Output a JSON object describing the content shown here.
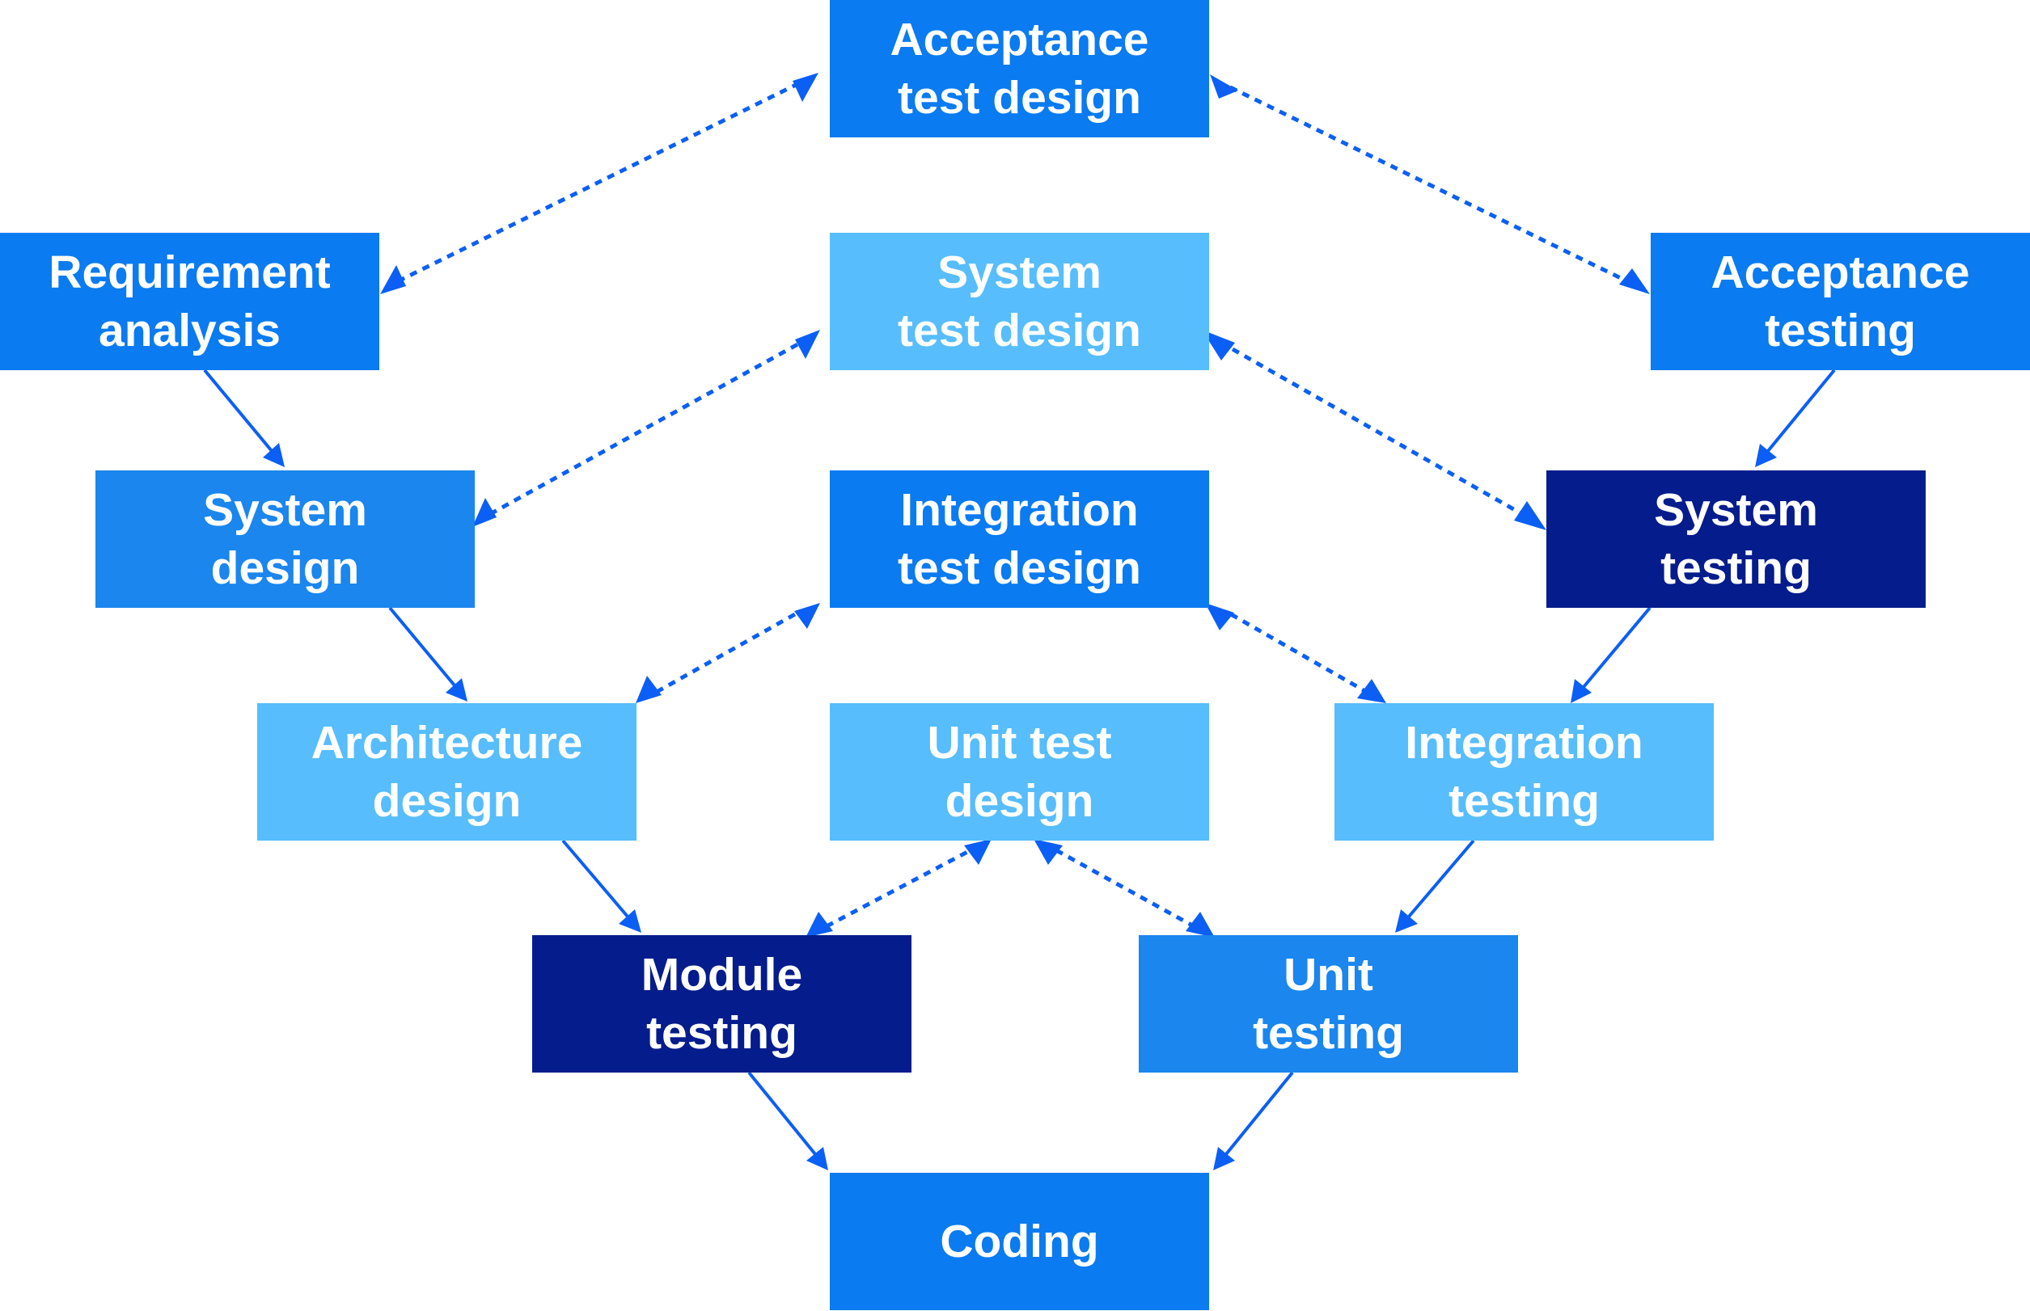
{
  "colors": {
    "primary": "#0a7bf0",
    "light": "#57bdfc",
    "medium": "#1a86ee",
    "dark": "#051c8c",
    "arrow": "#0b5ff4"
  },
  "nodes": {
    "acceptance_test_design": {
      "label": "Acceptance\ntest design",
      "color": "#0a7bf0"
    },
    "requirement_analysis": {
      "label": "Requirement\nanalysis",
      "color": "#0a7bf0"
    },
    "system_test_design": {
      "label": "System\ntest design",
      "color": "#57bdfc"
    },
    "acceptance_testing": {
      "label": "Acceptance\ntesting",
      "color": "#0a7bf0"
    },
    "system_design": {
      "label": "System\ndesign",
      "color": "#1a86ee"
    },
    "integration_test_design": {
      "label": "Integration\ntest design",
      "color": "#0a7bf0"
    },
    "system_testing": {
      "label": "System\ntesting",
      "color": "#051c8c"
    },
    "architecture_design": {
      "label": "Architecture\ndesign",
      "color": "#57bdfc"
    },
    "unit_test_design": {
      "label": "Unit test\ndesign",
      "color": "#57bdfc"
    },
    "integration_testing": {
      "label": "Integration\ntesting",
      "color": "#57bdfc"
    },
    "module_testing": {
      "label": "Module\ntesting",
      "color": "#051c8c"
    },
    "unit_testing": {
      "label": "Unit\ntesting",
      "color": "#1a86ee"
    },
    "coding": {
      "label": "Coding",
      "color": "#0a7bf0"
    }
  },
  "edges": [
    {
      "from": "requirement_analysis",
      "to": "system_design",
      "style": "solid"
    },
    {
      "from": "system_design",
      "to": "architecture_design",
      "style": "solid"
    },
    {
      "from": "architecture_design",
      "to": "module_testing",
      "style": "solid"
    },
    {
      "from": "module_testing",
      "to": "coding",
      "style": "solid"
    },
    {
      "from": "unit_testing",
      "to": "coding",
      "style": "solid"
    },
    {
      "from": "integration_testing",
      "to": "unit_testing",
      "style": "solid"
    },
    {
      "from": "system_testing",
      "to": "integration_testing",
      "style": "solid"
    },
    {
      "from": "acceptance_testing",
      "to": "system_testing",
      "style": "solid"
    },
    {
      "from": "requirement_analysis",
      "to": "acceptance_test_design",
      "style": "dotted",
      "bidirectional": true
    },
    {
      "from": "acceptance_test_design",
      "to": "acceptance_testing",
      "style": "dotted",
      "bidirectional": true
    },
    {
      "from": "system_design",
      "to": "system_test_design",
      "style": "dotted",
      "bidirectional": true
    },
    {
      "from": "system_test_design",
      "to": "system_testing",
      "style": "dotted",
      "bidirectional": true
    },
    {
      "from": "architecture_design",
      "to": "integration_test_design",
      "style": "dotted",
      "bidirectional": true
    },
    {
      "from": "integration_test_design",
      "to": "integration_testing",
      "style": "dotted",
      "bidirectional": true
    },
    {
      "from": "module_testing",
      "to": "unit_test_design",
      "style": "dotted",
      "bidirectional": true
    },
    {
      "from": "unit_test_design",
      "to": "unit_testing",
      "style": "dotted",
      "bidirectional": true
    }
  ]
}
